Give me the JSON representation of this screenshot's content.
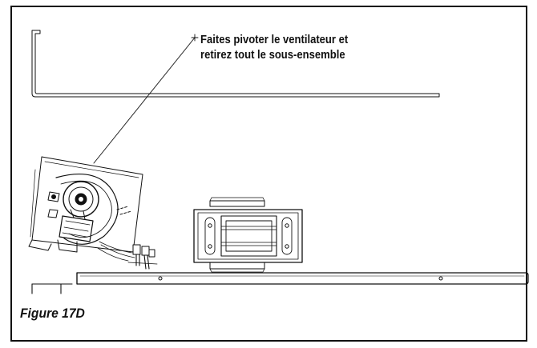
{
  "callout": {
    "lines": [
      "Faites pivoter le ventilateur et",
      "retirez tout le sous-ensemble"
    ]
  },
  "caption": "Figure 17D",
  "colors": {
    "line": "#111111",
    "background": "#ffffff"
  }
}
